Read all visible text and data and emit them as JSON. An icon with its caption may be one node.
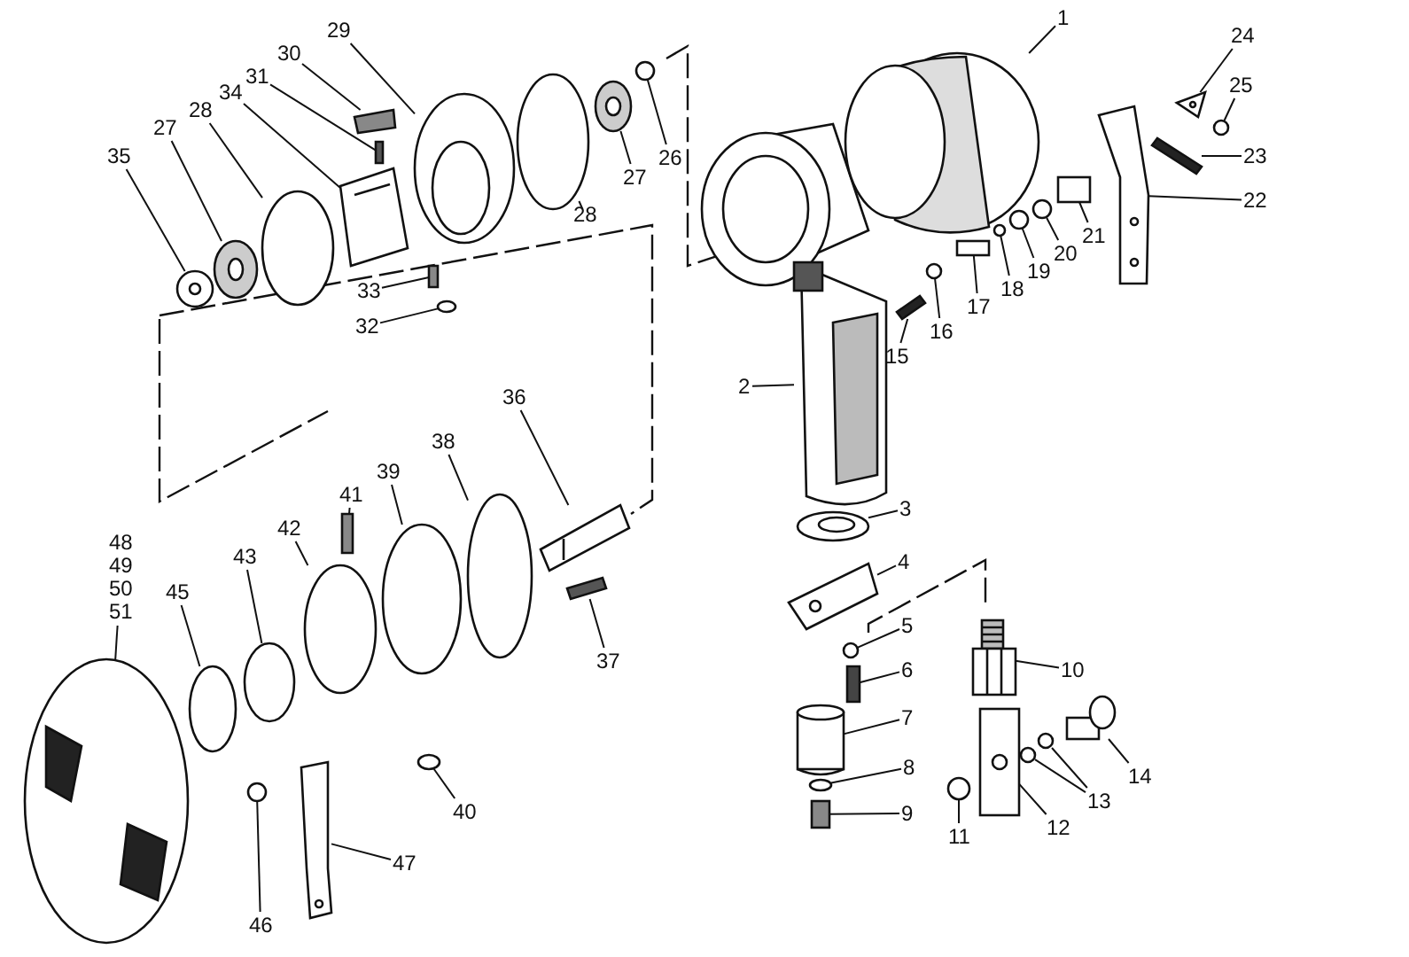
{
  "diagram": {
    "nodes": [
      {
        "text": [
          "1"
        ]
      },
      {
        "text": [
          "2"
        ]
      },
      {
        "text": [
          "3"
        ]
      },
      {
        "text": [
          "4"
        ]
      },
      {
        "text": [
          "5"
        ]
      },
      {
        "text": [
          "6"
        ]
      },
      {
        "text": [
          "7"
        ]
      },
      {
        "text": [
          "8"
        ]
      },
      {
        "text": [
          "9"
        ]
      },
      {
        "text": [
          "10"
        ]
      },
      {
        "text": [
          "11"
        ]
      },
      {
        "text": [
          "12"
        ]
      },
      {
        "text": [
          "13"
        ]
      },
      {
        "text": [
          "14"
        ]
      },
      {
        "text": [
          "15"
        ]
      },
      {
        "text": [
          "16"
        ]
      },
      {
        "text": [
          "17"
        ]
      },
      {
        "text": [
          "18"
        ]
      },
      {
        "text": [
          "19"
        ]
      },
      {
        "text": [
          "20"
        ]
      },
      {
        "text": [
          "21"
        ]
      },
      {
        "text": [
          "22"
        ]
      },
      {
        "text": [
          "23"
        ]
      },
      {
        "text": [
          "24"
        ]
      },
      {
        "text": [
          "25"
        ]
      },
      {
        "text": [
          "26"
        ]
      },
      {
        "text": [
          "27"
        ]
      },
      {
        "text": [
          "28"
        ]
      },
      {
        "text": [
          "29"
        ]
      },
      {
        "text": [
          "30"
        ]
      },
      {
        "text": [
          "31"
        ]
      },
      {
        "text": [
          "32"
        ]
      },
      {
        "text": [
          "33"
        ]
      },
      {
        "text": [
          "34"
        ]
      },
      {
        "text": [
          "35"
        ]
      },
      {
        "text": [
          "27"
        ]
      },
      {
        "text": [
          "28"
        ]
      },
      {
        "text": [
          "36"
        ]
      },
      {
        "text": [
          "37"
        ]
      },
      {
        "text": [
          "38"
        ]
      },
      {
        "text": [
          "39"
        ]
      },
      {
        "text": [
          "40"
        ]
      },
      {
        "text": [
          "41"
        ]
      },
      {
        "text": [
          "42"
        ]
      },
      {
        "text": [
          "43"
        ]
      },
      {
        "text": [
          "45"
        ]
      },
      {
        "text": [
          "46"
        ]
      },
      {
        "text": [
          "47"
        ]
      },
      {
        "text": [
          "48",
          "49",
          "50",
          "51"
        ]
      },
      {
        "text": [],
        "shape": "picture"
      },
      {
        "text": [],
        "shape": "picture"
      },
      {
        "text": [],
        "shape": "picture"
      },
      {
        "text": [],
        "shape": "picture"
      },
      {
        "text": [],
        "shape": "circle"
      },
      {
        "text": [],
        "shape": "bar"
      },
      {
        "text": [],
        "shape": "cylinder"
      },
      {
        "text": [],
        "shape": "circle"
      },
      {
        "text": [],
        "shape": "box"
      },
      {
        "text": [],
        "shape": "picture"
      },
      {
        "text": [],
        "shape": "circle"
      },
      {
        "text": [],
        "shape": "picture"
      },
      {
        "text": [],
        "shape": "circle"
      },
      {
        "text": [],
        "shape": "circle"
      },
      {
        "text": [],
        "shape": "picture"
      },
      {
        "text": [],
        "shape": "bar"
      },
      {
        "text": [],
        "shape": "circle"
      },
      {
        "text": [],
        "shape": "box"
      },
      {
        "text": [],
        "shape": "circle"
      },
      {
        "text": [],
        "shape": "circle"
      },
      {
        "text": [],
        "shape": "circle"
      },
      {
        "text": [],
        "shape": "box"
      },
      {
        "text": [],
        "shape": "picture"
      },
      {
        "text": [],
        "shape": "bar"
      },
      {
        "text": [],
        "shape": "picture"
      },
      {
        "text": [],
        "shape": "circle"
      },
      {
        "text": [],
        "shape": "circle"
      },
      {
        "text": [],
        "shape": "picture"
      },
      {
        "text": [],
        "shape": "circle"
      },
      {
        "text": [],
        "shape": "picture"
      },
      {
        "text": [],
        "shape": "bar"
      },
      {
        "text": [],
        "shape": "bar"
      },
      {
        "text": [],
        "shape": "circle"
      },
      {
        "text": [],
        "shape": "bar"
      },
      {
        "text": [],
        "shape": "picture"
      },
      {
        "text": [],
        "shape": "picture"
      },
      {
        "text": [],
        "shape": "picture"
      },
      {
        "text": [],
        "shape": "circle"
      },
      {
        "text": [],
        "shape": "picture"
      },
      {
        "text": [],
        "shape": "bar"
      },
      {
        "text": [],
        "shape": "circle"
      },
      {
        "text": [],
        "shape": "circle"
      },
      {
        "text": [],
        "shape": "circle"
      },
      {
        "text": [],
        "shape": "bar"
      },
      {
        "text": [],
        "shape": "circle"
      },
      {
        "text": [],
        "shape": "circle"
      },
      {
        "text": [],
        "shape": "circle"
      },
      {
        "text": [],
        "shape": "circle"
      },
      {
        "text": [],
        "shape": "picture"
      },
      {
        "text": [],
        "shape": "picture"
      }
    ],
    "edges": [
      {
        "from": 0,
        "to": 49,
        "arrow": "none"
      },
      {
        "from": 1,
        "to": 50,
        "arrow": "none"
      },
      {
        "from": 2,
        "to": 51,
        "arrow": "none"
      },
      {
        "from": 3,
        "to": 52,
        "arrow": "none"
      },
      {
        "from": 4,
        "to": 53,
        "arrow": "none"
      },
      {
        "from": 5,
        "to": 54,
        "arrow": "none"
      },
      {
        "from": 6,
        "to": 55,
        "arrow": "none"
      },
      {
        "from": 7,
        "to": 56,
        "arrow": "none"
      },
      {
        "from": 8,
        "to": 57,
        "arrow": "none"
      },
      {
        "from": 9,
        "to": 58,
        "arrow": "none"
      },
      {
        "from": 10,
        "to": 59,
        "arrow": "none"
      },
      {
        "from": 11,
        "to": 60,
        "arrow": "none"
      },
      {
        "from": 12,
        "to": 61,
        "arrow": "none"
      },
      {
        "from": 12,
        "to": 62,
        "arrow": "none"
      },
      {
        "from": 13,
        "to": 63,
        "arrow": "none"
      },
      {
        "from": 14,
        "to": 64,
        "arrow": "none"
      },
      {
        "from": 15,
        "to": 65,
        "arrow": "none"
      },
      {
        "from": 16,
        "to": 66,
        "arrow": "none"
      },
      {
        "from": 17,
        "to": 67,
        "arrow": "none"
      },
      {
        "from": 18,
        "to": 68,
        "arrow": "none"
      },
      {
        "from": 19,
        "to": 69,
        "arrow": "none"
      },
      {
        "from": 20,
        "to": 70,
        "arrow": "none"
      },
      {
        "from": 21,
        "to": 71,
        "arrow": "none"
      },
      {
        "from": 22,
        "to": 72,
        "arrow": "none"
      },
      {
        "from": 23,
        "to": 73,
        "arrow": "none"
      },
      {
        "from": 24,
        "to": 74,
        "arrow": "none"
      },
      {
        "from": 25,
        "to": 75,
        "arrow": "none"
      },
      {
        "from": 26,
        "to": 76,
        "arrow": "none"
      },
      {
        "from": 27,
        "to": 77,
        "arrow": "none"
      },
      {
        "from": 28,
        "to": 78,
        "arrow": "none"
      },
      {
        "from": 29,
        "to": 79,
        "arrow": "none"
      },
      {
        "from": 30,
        "to": 80,
        "arrow": "none"
      },
      {
        "from": 31,
        "to": 81,
        "arrow": "none"
      },
      {
        "from": 32,
        "to": 82,
        "arrow": "none"
      },
      {
        "from": 33,
        "to": 83,
        "arrow": "none"
      },
      {
        "from": 34,
        "to": 84,
        "arrow": "none"
      },
      {
        "from": 35,
        "to": 85,
        "arrow": "none"
      },
      {
        "from": 36,
        "to": 86,
        "arrow": "none"
      },
      {
        "from": 37,
        "to": 87,
        "arrow": "none"
      },
      {
        "from": 38,
        "to": 88,
        "arrow": "none"
      },
      {
        "from": 39,
        "to": 89,
        "arrow": "none"
      },
      {
        "from": 40,
        "to": 90,
        "arrow": "none"
      },
      {
        "from": 41,
        "to": 91,
        "arrow": "none"
      },
      {
        "from": 42,
        "to": 92,
        "arrow": "none"
      },
      {
        "from": 43,
        "to": 93,
        "arrow": "none"
      },
      {
        "from": 44,
        "to": 94,
        "arrow": "none"
      },
      {
        "from": 45,
        "to": 95,
        "arrow": "none"
      },
      {
        "from": 46,
        "to": 96,
        "arrow": "none"
      },
      {
        "from": 47,
        "to": 97,
        "arrow": "none"
      },
      {
        "from": 48,
        "to": 98,
        "arrow": "none"
      }
    ]
  }
}
